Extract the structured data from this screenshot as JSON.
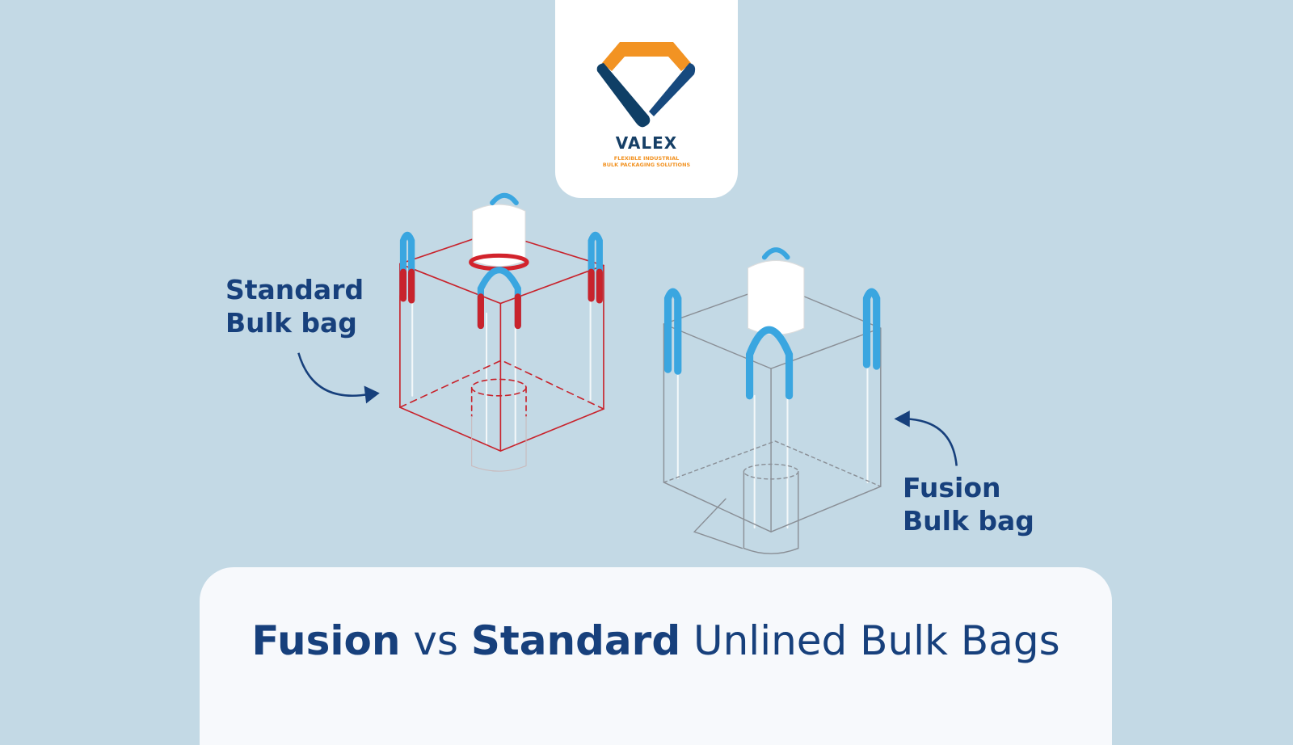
{
  "logo": {
    "brand": "VALEX",
    "tagline_line1": "FLEXIBLE INDUSTRIAL",
    "tagline_line2": "BULK PACKAGING SOLUTIONS"
  },
  "labels": {
    "standard_line1": "Standard",
    "standard_line2": "Bulk bag",
    "fusion_line1": "Fusion",
    "fusion_line2": "Bulk bag"
  },
  "title": {
    "word1": "Fusion",
    "word2": " vs ",
    "word3": "Standard",
    "word4": " Unlined Bulk Bags"
  },
  "colors": {
    "background": "#c3d9e5",
    "navy": "#17407c",
    "orange": "#f29323",
    "loop_blue": "#3aa6e0",
    "standard_seam": "#c8232c",
    "fusion_seam": "#8a8f96"
  }
}
